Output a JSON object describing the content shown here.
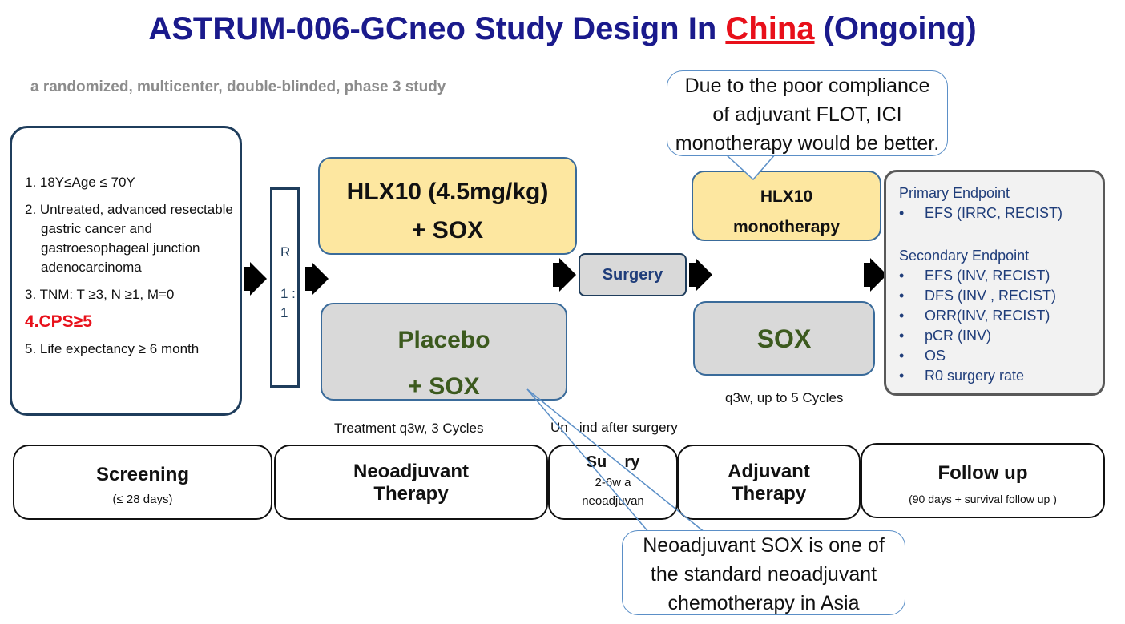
{
  "title": {
    "before": "ASTRUM-006-GCneo Study Design In ",
    "highlight": "China",
    "after": " (Ongoing)"
  },
  "subtitle": "a randomized, multicenter, double-blinded, phase 3 study",
  "criteria": [
    {
      "text": "1. 18Y≤Age ≤ 70Y"
    },
    {
      "text": "2. Untreated, advanced resectable gastric cancer and gastroesophageal junction adenocarcinoma"
    },
    {
      "text": "3. TNM: T ≥3, N ≥1, M=0"
    },
    {
      "text": "4.CPS≥5"
    },
    {
      "text": "5.  Life expectancy ≥ 6 month"
    }
  ],
  "randomization": {
    "letter": "R",
    "ratio_top": "1 :",
    "ratio_bottom": "1"
  },
  "neoadjuvant": {
    "arm1_line1": "HLX10 (4.5mg/kg)",
    "arm1_line2": "+ SOX",
    "arm2_line1": "Placebo",
    "arm2_line2": "+ SOX",
    "caption": "Treatment q3w, 3 Cycles"
  },
  "surgery": {
    "label": "Surgery",
    "caption": "Un   ind after surgery"
  },
  "adjuvant": {
    "arm1_line1": "HLX10",
    "arm1_line2": "monotherapy",
    "arm2": "SOX",
    "caption": "q3w, up to 5 Cycles"
  },
  "endpoints": {
    "primary_title": "Primary Endpoint",
    "primary_items": [
      "EFS (IRRC,  RECIST)"
    ],
    "secondary_title": "Secondary Endpoint",
    "secondary_items": [
      "EFS (INV,  RECIST)",
      "DFS (INV ,  RECIST)",
      "ORR(INV,  RECIST)",
      "pCR (INV)",
      "OS",
      "R0 surgery rate"
    ],
    "bullet": "•"
  },
  "callout_top": [
    "Due to the poor compliance",
    "of adjuvant FLOT, ICI",
    "monotherapy would be better."
  ],
  "callout_bottom": [
    "Neoadjuvant SOX is one of",
    "the standard neoadjuvant",
    "chemotherapy in Asia"
  ],
  "stages": {
    "screening_title": "Screening",
    "screening_sub": "(≤ 28 days)",
    "neo_title_1": "Neoadjuvant",
    "neo_title_2": "Therapy",
    "surg_title": "Su    ry",
    "surg_sub_1": "2-6w a",
    "surg_sub_2": "neoadjuvan",
    "adj_title_1": "Adjuvant",
    "adj_title_2": "Therapy",
    "follow_title": "Follow up",
    "follow_sub": "(90 days + survival follow up )"
  },
  "colors": {
    "title": "#1a1a8c",
    "highlight": "#e8101a",
    "arm_green": "#3c5a1e",
    "yellow": "#fde7a0",
    "grey": "#d9d9d9"
  }
}
